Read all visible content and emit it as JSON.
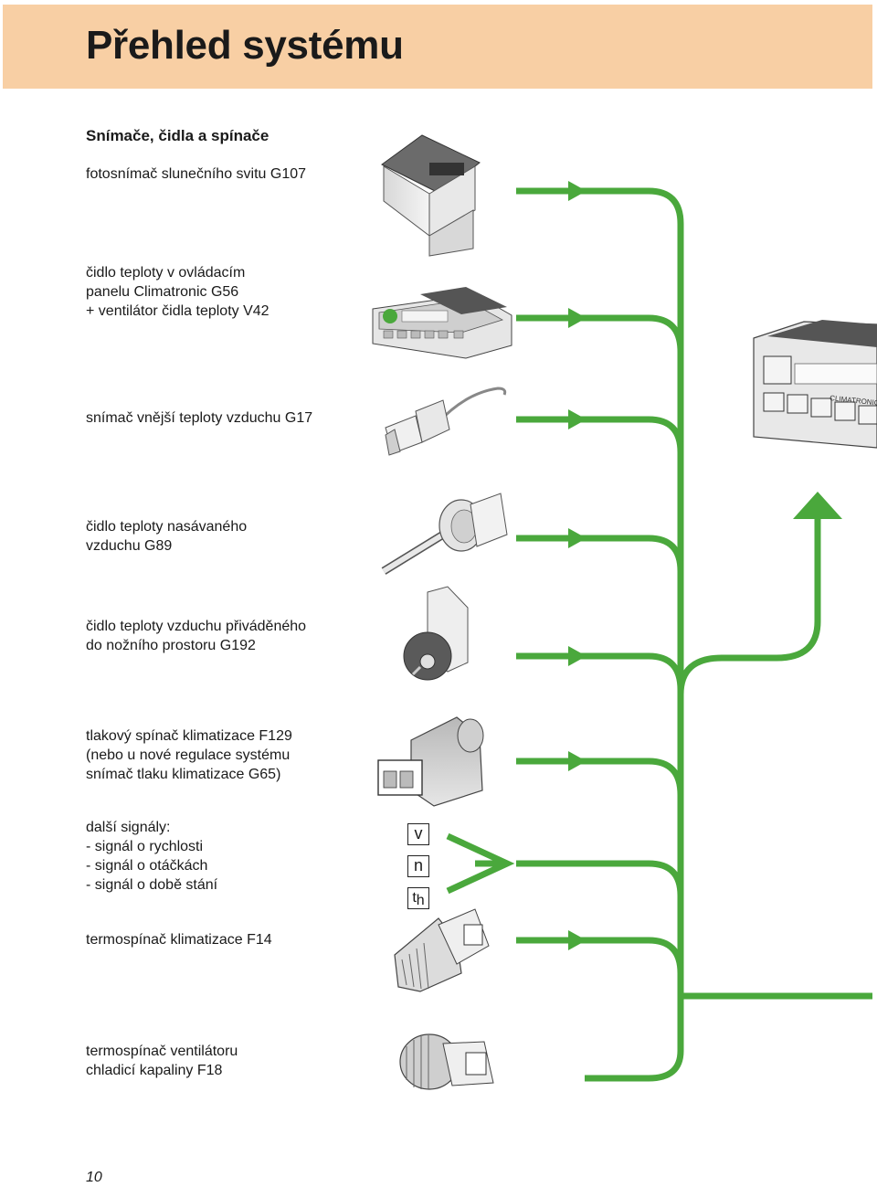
{
  "page": {
    "title": "Přehled systému",
    "section_title": "Snímače, čidla a spínače",
    "page_number": "10"
  },
  "sensors": [
    {
      "lines": [
        "fotosnímač slunečního svitu G107"
      ]
    },
    {
      "lines": [
        "čidlo teploty v ovládacím",
        "panelu Climatronic G56",
        "+ ventilátor čidla teploty V42"
      ]
    },
    {
      "lines": [
        "snímač vnější teploty vzduchu G17"
      ]
    },
    {
      "lines": [
        "čidlo teploty nasávaného",
        "vzduchu G89"
      ]
    },
    {
      "lines": [
        "čidlo teploty vzduchu přiváděného",
        "do nožního prostoru G192"
      ]
    },
    {
      "lines": [
        "tlakový spínač klimatizace F129",
        "(nebo u nové regulace systému",
        "snímač tlaku klimatizace G65)"
      ]
    },
    {
      "lines": [
        "další signály:",
        "-   signál o rychlosti",
        "-   signál o otáčkách",
        "-   signál o době stání"
      ]
    },
    {
      "lines": [
        "termospínač klimatizace F14"
      ]
    },
    {
      "lines": [
        "termospínač ventilátoru",
        "chladicí kapaliny F18"
      ]
    }
  ],
  "signal_symbols": [
    "v",
    "n",
    "t",
    "h"
  ],
  "control_unit_text": "CLIMATRONIC",
  "colors": {
    "header_bg": "#f8cfa4",
    "arrow_green": "#4aa83c",
    "text": "#1a1a1a"
  }
}
